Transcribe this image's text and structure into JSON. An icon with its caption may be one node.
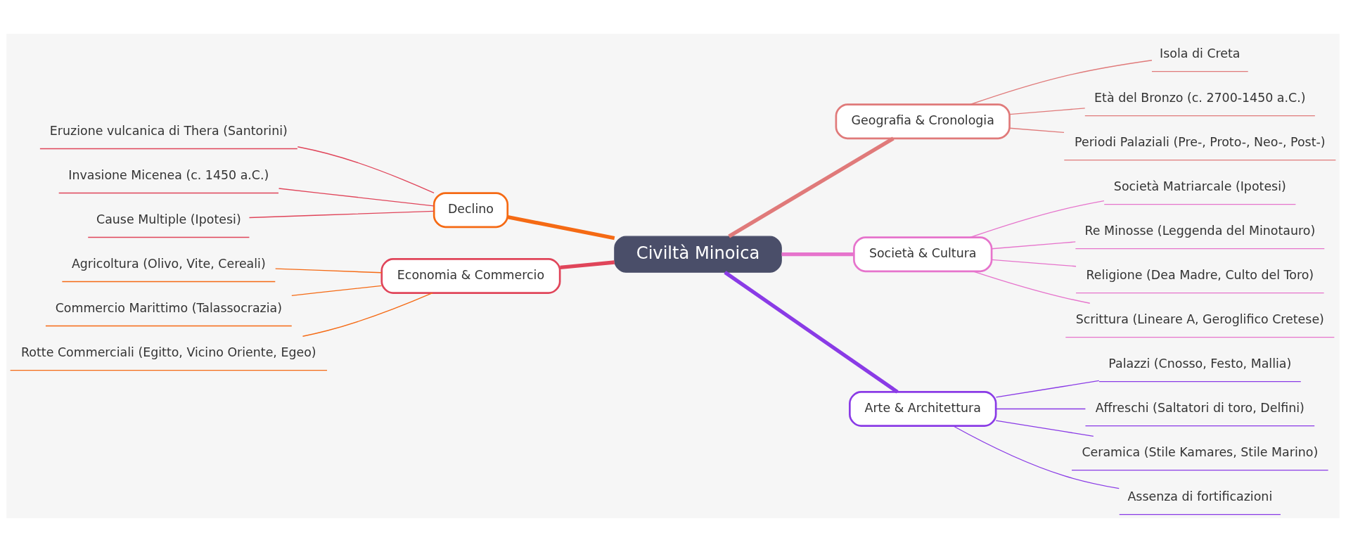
{
  "diagram": {
    "nodes": [
      {
        "text": [
          "Civiltà Minoica"
        ]
      },
      {
        "text": [
          "Geografia & Cronologia"
        ]
      },
      {
        "text": [
          "Isola di Creta"
        ]
      },
      {
        "text": [
          "Età del Bronzo (c. 2700-1450 a.C.)"
        ]
      },
      {
        "text": [
          "Periodi Palaziali (Pre-, Proto-, Neo-, Post-)"
        ]
      },
      {
        "text": [
          "Società & Cultura"
        ]
      },
      {
        "text": [
          "Società Matriarcale (Ipotesi)"
        ]
      },
      {
        "text": [
          "Re Minosse (Leggenda del Minotauro)"
        ]
      },
      {
        "text": [
          "Religione (Dea Madre, Culto del Toro)"
        ]
      },
      {
        "text": [
          "Scrittura (Lineare A, Geroglifico Cretese)"
        ]
      },
      {
        "text": [
          "Arte & Architettura"
        ]
      },
      {
        "text": [
          "Palazzi (Cnosso, Festo, Mallia)"
        ]
      },
      {
        "text": [
          "Affreschi (Saltatori di toro, Delfini)"
        ]
      },
      {
        "text": [
          "Ceramica (Stile Kamares, Stile Marino)"
        ]
      },
      {
        "text": [
          "Assenza di fortificazioni"
        ]
      },
      {
        "text": [
          "Declino"
        ]
      },
      {
        "text": [
          "Eruzione vulcanica di Thera (Santorini)"
        ]
      },
      {
        "text": [
          "Invasione Micenea (c. 1450 a.C.)"
        ]
      },
      {
        "text": [
          "Cause Multiple (Ipotesi)"
        ]
      },
      {
        "text": [
          "Economia & Commercio"
        ]
      },
      {
        "text": [
          "Agricoltura (Olivo, Vite, Cereali)"
        ]
      },
      {
        "text": [
          "Commercio Marittimo (Talassocrazia)"
        ]
      },
      {
        "text": [
          "Rotte Commerciali (Egitto, Vicino Oriente, Egeo)"
        ]
      }
    ],
    "edges": [
      {
        "from": 0,
        "to": 1,
        "arrow": "none",
        "style": "thick",
        "color": "#e07a7a"
      },
      {
        "from": 1,
        "to": 2,
        "arrow": "none",
        "color": "#e07a7a"
      },
      {
        "from": 1,
        "to": 3,
        "arrow": "none",
        "color": "#e07a7a"
      },
      {
        "from": 1,
        "to": 4,
        "arrow": "none",
        "color": "#e07a7a"
      },
      {
        "from": 0,
        "to": 5,
        "arrow": "none",
        "style": "thick",
        "color": "#e674cc"
      },
      {
        "from": 5,
        "to": 6,
        "arrow": "none",
        "color": "#e674cc"
      },
      {
        "from": 5,
        "to": 7,
        "arrow": "none",
        "color": "#e674cc"
      },
      {
        "from": 5,
        "to": 8,
        "arrow": "none",
        "color": "#e674cc"
      },
      {
        "from": 5,
        "to": 9,
        "arrow": "none",
        "color": "#e674cc"
      },
      {
        "from": 0,
        "to": 10,
        "arrow": "none",
        "style": "thick",
        "color": "#8a3be6"
      },
      {
        "from": 10,
        "to": 11,
        "arrow": "none",
        "color": "#8a3be6"
      },
      {
        "from": 10,
        "to": 12,
        "arrow": "none",
        "color": "#8a3be6"
      },
      {
        "from": 10,
        "to": 13,
        "arrow": "none",
        "color": "#8a3be6"
      },
      {
        "from": 10,
        "to": 14,
        "arrow": "none",
        "color": "#8a3be6"
      },
      {
        "from": 0,
        "to": 15,
        "arrow": "none",
        "style": "thick",
        "color": "#f56a14"
      },
      {
        "from": 15,
        "to": 16,
        "arrow": "none",
        "color": "#e0455a"
      },
      {
        "from": 15,
        "to": 17,
        "arrow": "none",
        "color": "#e0455a"
      },
      {
        "from": 15,
        "to": 18,
        "arrow": "none",
        "color": "#e0455a"
      },
      {
        "from": 0,
        "to": 19,
        "arrow": "none",
        "style": "thick",
        "color": "#e0455a"
      },
      {
        "from": 19,
        "to": 20,
        "arrow": "none",
        "color": "#f56a14"
      },
      {
        "from": 19,
        "to": 21,
        "arrow": "none",
        "color": "#f56a14"
      },
      {
        "from": 19,
        "to": 22,
        "arrow": "none",
        "color": "#f56a14"
      }
    ]
  }
}
